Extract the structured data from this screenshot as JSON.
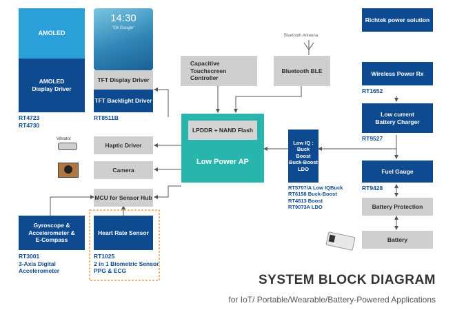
{
  "amoled": {
    "top": "AMOLED",
    "driver": "AMOLED\nDisplay Driver",
    "parts": "RT4723\nRT4730"
  },
  "phone": {
    "time": "14:30",
    "hint": "\"Ok Google\""
  },
  "tft": {
    "driver": "TFT Display Driver",
    "backlight": "TFT Backlight Driver",
    "part": "RT8511B"
  },
  "touch": {
    "label": "Capacitive Touchscreen\nController"
  },
  "ble": {
    "label": "Bluetooth BLE",
    "antenna": "Bluetooth Antenna"
  },
  "richtek": {
    "label": "Richtek power solution"
  },
  "wireless": {
    "label": "Wireless Power Rx",
    "part": "RT1652"
  },
  "charger": {
    "label": "Low current\nBattery Charger",
    "part": "RT9527"
  },
  "fuel": {
    "label": "Fuel Gauge",
    "part": "RT9428"
  },
  "protection": {
    "label": "Battery Protection"
  },
  "battery": {
    "label": "Battery"
  },
  "ap": {
    "memory": "LPDDR + NAND Flash",
    "label": "Low Power AP"
  },
  "buck": {
    "label": "Low IQ :\nBuck\nBoost\nBuck-Boost\nLDO",
    "parts": "RT5707/A Low IQBuck\nRT6158 Buck-Boost\nRT4813 Boost\nRT9073A LDO"
  },
  "haptic": {
    "label": "Haptic Driver",
    "vibrator": "Vibrator"
  },
  "camera": {
    "label": "Camera"
  },
  "mcu": {
    "label": "MCU for Sensor Hub"
  },
  "gyro": {
    "label": "Gyroscope &\nAccelerometer &\nE-Compass",
    "parts": "RT3001\n3-Axis Digital\nAccelerometer"
  },
  "heart": {
    "label": "Heart Rate Sensor",
    "parts": "RT1025\n2 in 1 Biometric Sensor\nPPG & ECG"
  },
  "footer": {
    "title": "SYSTEM BLOCK DIAGRAM",
    "subtitle": "for IoT/ Portable/Wearable/Battery-Powered Applications"
  },
  "colors": {
    "dark_blue": "#0d4a8f",
    "light_blue": "#2a9fd8",
    "teal": "#27b5ad",
    "grey": "#cfcfcf",
    "orange": "#f0a050"
  }
}
